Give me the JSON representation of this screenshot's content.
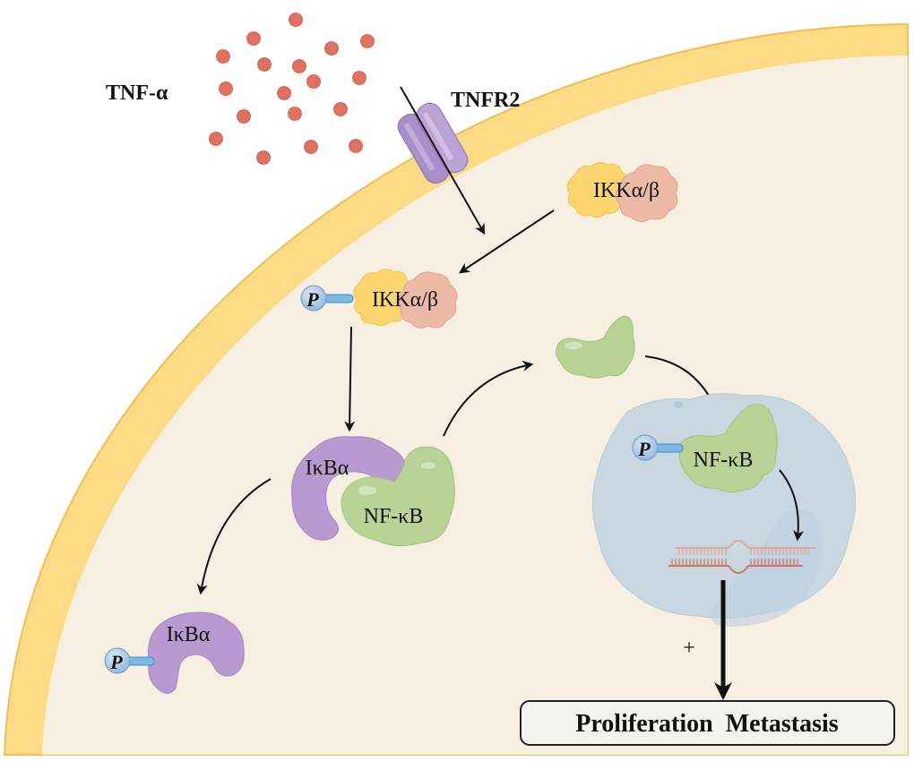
{
  "title": "TNF-α / TNFR2 / NF-κB signaling pathway",
  "labels": {
    "ligand": "TNF-α",
    "receptor": "TNFR2",
    "ikk_free": "IKKα/β",
    "ikk_phospho": "IKKα/β",
    "ikba_complex": "IκBα",
    "nfkb_complex": "NF-κB",
    "ikba_phospho": "IκBα",
    "nfkb_nuclear": "NF-κB",
    "phospho_symbol": "P",
    "plus_sign": "+",
    "outcome_box": "Proliferation  Metastasis"
  },
  "colors": {
    "cell_membrane": "#fddb86",
    "membrane_edge": "#f0be55",
    "cytoplasm": "#f7f0e2",
    "tnf_dot": "#e0705f",
    "receptor": "#b89dd0",
    "ikk_alpha": "#fdd56e",
    "ikk_beta": "#eebaa8",
    "ikba": "#b89ad0",
    "nfkb": "#b9d397",
    "nucleus": "#c9d7e1",
    "phospho": "#9ec4e8",
    "dna": "#db8577",
    "outcome_box_fill": "#f4f4f0"
  }
}
